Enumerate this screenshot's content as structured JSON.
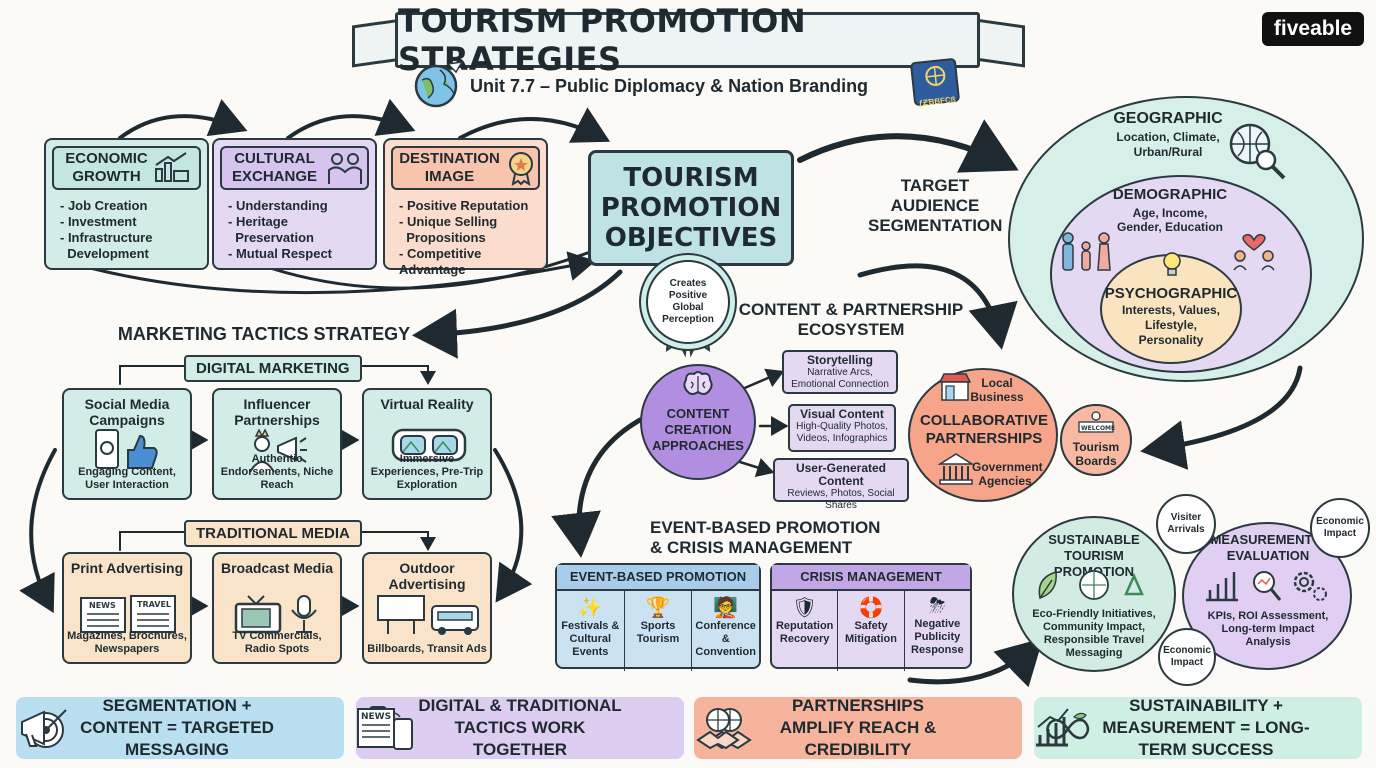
{
  "header": {
    "title": "TOURISM PROMOTION STRATEGIES",
    "subtitle": "Unit 7.7 – Public Diplomacy & Nation Branding",
    "logo": "fiveable",
    "passport_text": "ƒƵƁBFCß"
  },
  "objectives": {
    "center": "TOURISM PROMOTION OBJECTIVES",
    "badge": "Creates Positive Global Perception",
    "cards": [
      {
        "title": "ECONOMIC GROWTH",
        "items": [
          "- Job Creation",
          "- Investment",
          "- Infrastructure",
          "  Development"
        ],
        "icon": "growth-chart-icon"
      },
      {
        "title": "CULTURAL EXCHANGE",
        "items": [
          "- Understanding",
          "- Heritage",
          "  Preservation",
          "- Mutual Respect"
        ],
        "icon": "people-icon"
      },
      {
        "title": "DESTINATION IMAGE",
        "items": [
          "- Positive Reputation",
          "- Unique Selling",
          "  Propositions",
          "- Competitive Advantage"
        ],
        "icon": "award-icon"
      }
    ]
  },
  "segmentation": {
    "label": "TARGET AUDIENCE SEGMENTATION",
    "geographic": {
      "title": "GEOGRAPHIC",
      "desc": "Location, Climate, Urban/Rural"
    },
    "demographic": {
      "title": "DEMOGRAPHIC",
      "desc": "Age, Income, Gender, Education"
    },
    "psychographic": {
      "title": "PSYCHOGRAPHIC",
      "desc": "Interests, Values, Lifestyle, Personality"
    }
  },
  "marketing": {
    "title": "MARKETING TACTICS STRATEGY",
    "digital_label": "DIGITAL MARKETING",
    "traditional_label": "TRADITIONAL MEDIA",
    "digital": [
      {
        "title": "Social Media Campaigns",
        "desc": "Engaging Content, User Interaction"
      },
      {
        "title": "Influencer Partnerships",
        "desc": "Authentic Endorsements, Niche Reach"
      },
      {
        "title": "Virtual Reality",
        "desc": "Immersive Experiences, Pre-Trip Exploration"
      }
    ],
    "traditional": [
      {
        "title": "Print Advertising",
        "desc": "Magazines, Brochures, Newspapers"
      },
      {
        "title": "Broadcast Media",
        "desc": "TV Commercials, Radio Spots"
      },
      {
        "title": "Outdoor Advertising",
        "desc": "Billboards, Transit Ads"
      }
    ]
  },
  "content": {
    "title": "CONTENT & PARTNERSHIP ECOSYSTEM",
    "hub": "CONTENT CREATION APPROACHES",
    "approaches": [
      {
        "title": "Storytelling",
        "desc": "Narrative Arcs, Emotional Connection"
      },
      {
        "title": "Visual Content",
        "desc": "High-Quality Photos, Videos, Infographics"
      },
      {
        "title": "User-Generated Content",
        "desc": "Reviews, Photos, Social Shares"
      }
    ],
    "partnerships": {
      "title": "COLLABORATIVE PARTNERSHIPS",
      "local": "Local Business",
      "government": "Government Agencies",
      "tourism": "Tourism Boards",
      "sign": "WELCOME"
    }
  },
  "events": {
    "title": "EVENT-BASED PROMOTION & CRISIS MANAGEMENT",
    "event_header": "EVENT-BASED PROMOTION",
    "crisis_header": "CRISIS MANAGEMENT",
    "event_items": [
      "Festivals & Cultural Events",
      "Sports Tourism",
      "Conference & Convention"
    ],
    "crisis_items": [
      "Reputation Recovery",
      "Safety Mitigation",
      "Negative Publicity Response"
    ]
  },
  "sustainability": {
    "title": "SUSTAINABLE TOURISM PROMOTION",
    "desc": "Eco-Friendly Initiatives, Community Impact, Responsible Travel Messaging"
  },
  "measurement": {
    "title": "MEASUREMENT & EVALUATION",
    "desc": "KPIs, ROI Assessment, Long-term Impact Analysis",
    "bubbles": [
      "Visiter Arrivals",
      "Economic Impact",
      "Economic Impact"
    ]
  },
  "takeaways": [
    "SEGMENTATION + CONTENT = TARGETED MESSAGING",
    "DIGITAL & TRADITIONAL TACTICS WORK TOGETHER",
    "PARTNERSHIPS AMPLIFY REACH & CREDIBILITY",
    "SUSTAINABILITY + MEASUREMENT = LONG-TERM SUCCESS"
  ],
  "newspaper_labels": {
    "news": "NEWS",
    "np1": "NEWS",
    "np2": "TRAVEL"
  },
  "colors": {
    "teal": "#d2ece8",
    "purple": "#e4d8f3",
    "orange": "#f7a58a",
    "peach": "#fae4c9",
    "blue": "#cbe2f2",
    "ink": "#2b3a40"
  }
}
